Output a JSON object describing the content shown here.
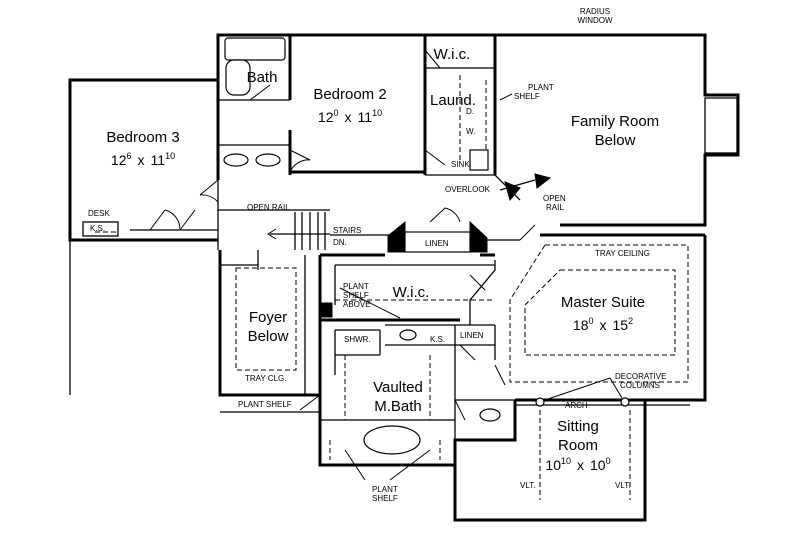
{
  "rooms": {
    "bedroom3": {
      "name": "Bedroom 3",
      "w": "12",
      "wsup": "6",
      "x": "x",
      "h": "11",
      "hsup": "10"
    },
    "bedroom2": {
      "name": "Bedroom 2",
      "w": "12",
      "wsup": "0",
      "x": "x",
      "h": "11",
      "hsup": "10"
    },
    "master": {
      "name": "Master Suite",
      "w": "18",
      "wsup": "0",
      "x": "x",
      "h": "15",
      "hsup": "2"
    },
    "sitting": {
      "name1": "Sitting",
      "name2": "Room",
      "w": "10",
      "wsup": "10",
      "x": "x",
      "h": "10",
      "hsup": "0"
    },
    "family": {
      "name1": "Family Room",
      "name2": "Below"
    },
    "foyer": {
      "name1": "Foyer",
      "name2": "Below"
    },
    "mbath": {
      "name1": "Vaulted",
      "name2": "M.Bath"
    },
    "bath": "Bath",
    "wic_top": "W.i.c.",
    "laund": "Laund.",
    "wic_master": "W.i.c."
  },
  "labels": {
    "radius1": "RADIUS",
    "radius2": "WINDOW",
    "plant_shelf": "PLANT",
    "plant_shelf2": "SHELF",
    "laund_d": "D.",
    "laund_w": "W.",
    "sink": "SINK",
    "overlook": "OVERLOOK",
    "open_rail_right1": "OPEN",
    "open_rail_right2": "RAIL",
    "desk": "DESK",
    "ks_left": "K.S.",
    "open_rail": "OPEN RAIL",
    "stairs": "STAIRS",
    "stairs_dn": "DN.",
    "linen_top": "LINEN",
    "tray_ceiling": "TRAY CEILING",
    "ps_above1": "PLANT",
    "ps_above2": "SHELF",
    "ps_above3": "ABOVE",
    "shwr": "SHWR.",
    "ks_bath": "K.S.",
    "linen_bath": "LINEN",
    "tray_clg": "TRAY CLG.",
    "plant_shelf_bottom": "PLANT SHELF",
    "deco1": "DECORATIVE",
    "deco2": "COLUMNS",
    "arch": "ARCH",
    "vlt_left": "VLT.",
    "vlt_right": "VLT.",
    "mb_plant1": "PLANT",
    "mb_plant2": "SHELF"
  }
}
